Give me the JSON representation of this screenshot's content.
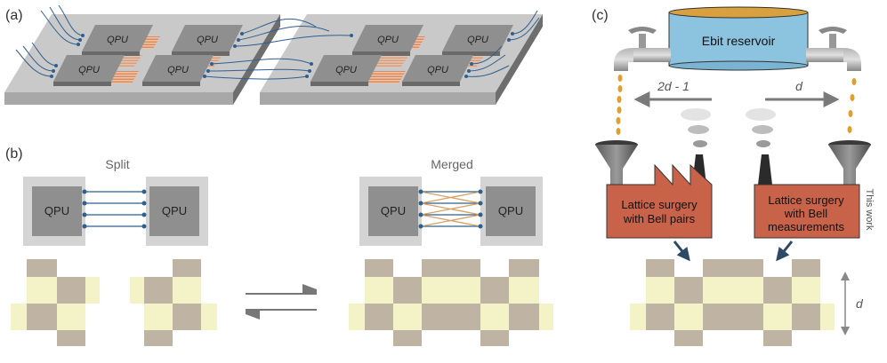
{
  "panels": {
    "a": {
      "label": "(a)",
      "qpu": "QPU"
    },
    "b": {
      "label": "(b)",
      "split_title": "Split",
      "merged_title": "Merged",
      "qpu": "QPU"
    },
    "c": {
      "label": "(c)",
      "reservoir": "Ebit reservoir",
      "left_arrow_label": "2d - 1",
      "right_arrow_label": "d",
      "left_factory": [
        "Lattice surgery",
        "with Bell pairs"
      ],
      "right_factory": [
        "Lattice surgery",
        "with Bell",
        "measurements"
      ],
      "this_work": "This work",
      "height_label": "d"
    }
  },
  "colors": {
    "qpu_chip": "#8f8f8f",
    "board": "#c9c9c9",
    "board_side": "#6e6e6e",
    "wire_blue": "#2f5f8f",
    "coupler_orange": "#d98c5f",
    "tile_light": "#f4f2c7",
    "tile_dark": "#bfb3a3",
    "factory": "#c8634a",
    "reservoir": "#8cc4e0",
    "droplet": "#e0a030",
    "arrow_dark": "#2c4a66",
    "arrow_gray": "#7a7a7a"
  }
}
